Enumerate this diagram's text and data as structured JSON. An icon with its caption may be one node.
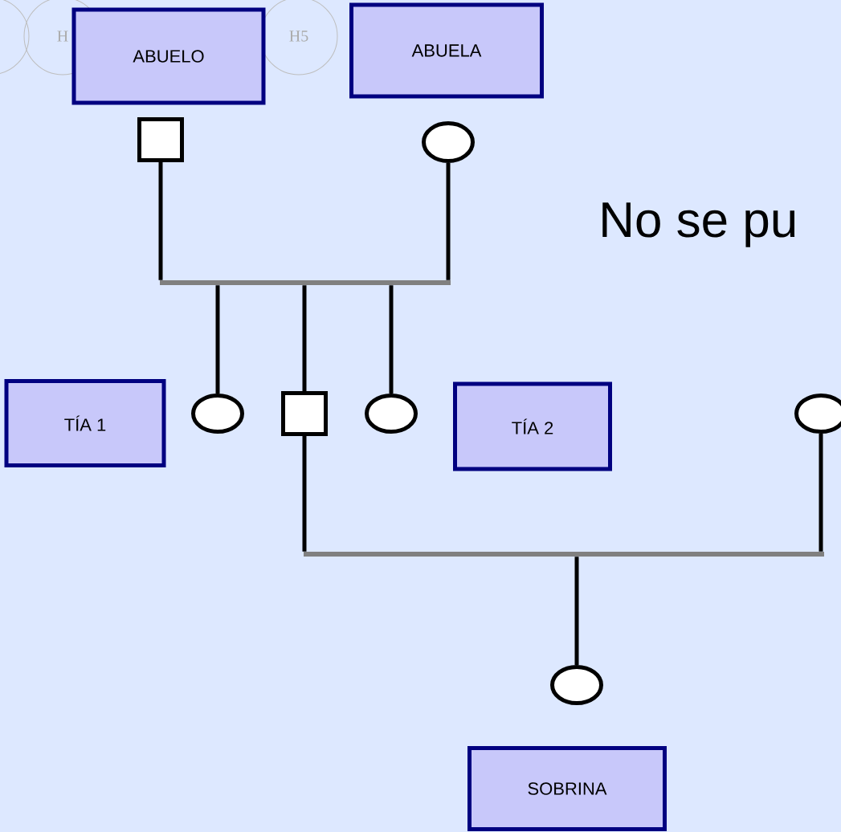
{
  "diagram": {
    "nodes": [
      {
        "text": [],
        "shape": "circle"
      },
      {
        "text": [
          "H"
        ]
      },
      {
        "text": [
          "H5"
        ]
      },
      {
        "text": [
          "ABUELO"
        ]
      },
      {
        "text": [
          "ABUELA"
        ]
      },
      {
        "text": [],
        "shape": "box"
      },
      {
        "text": [],
        "shape": "circle"
      },
      {
        "text": [],
        "shape": "bar"
      },
      {
        "text": [
          "TÍA 1"
        ]
      },
      {
        "text": [],
        "shape": "circle"
      },
      {
        "text": [],
        "shape": "box"
      },
      {
        "text": [],
        "shape": "circle"
      },
      {
        "text": [
          "TÍA 2"
        ]
      },
      {
        "text": [],
        "shape": "circle"
      },
      {
        "text": [],
        "shape": "bar"
      },
      {
        "text": [],
        "shape": "circle"
      },
      {
        "text": [
          "SOBRINA"
        ]
      }
    ],
    "edges": [
      {
        "from": 5,
        "to": 7,
        "arrow": "none"
      },
      {
        "from": 6,
        "to": 7,
        "arrow": "none"
      },
      {
        "from": 7,
        "to": 9,
        "arrow": "none"
      },
      {
        "from": 7,
        "to": 10,
        "arrow": "none"
      },
      {
        "from": 7,
        "to": 11,
        "arrow": "none"
      },
      {
        "from": 10,
        "to": 14,
        "arrow": "none"
      },
      {
        "from": 13,
        "to": 14,
        "arrow": "none"
      },
      {
        "from": 14,
        "to": 15,
        "arrow": "none"
      }
    ],
    "labels": [
      "No se pu"
    ]
  }
}
